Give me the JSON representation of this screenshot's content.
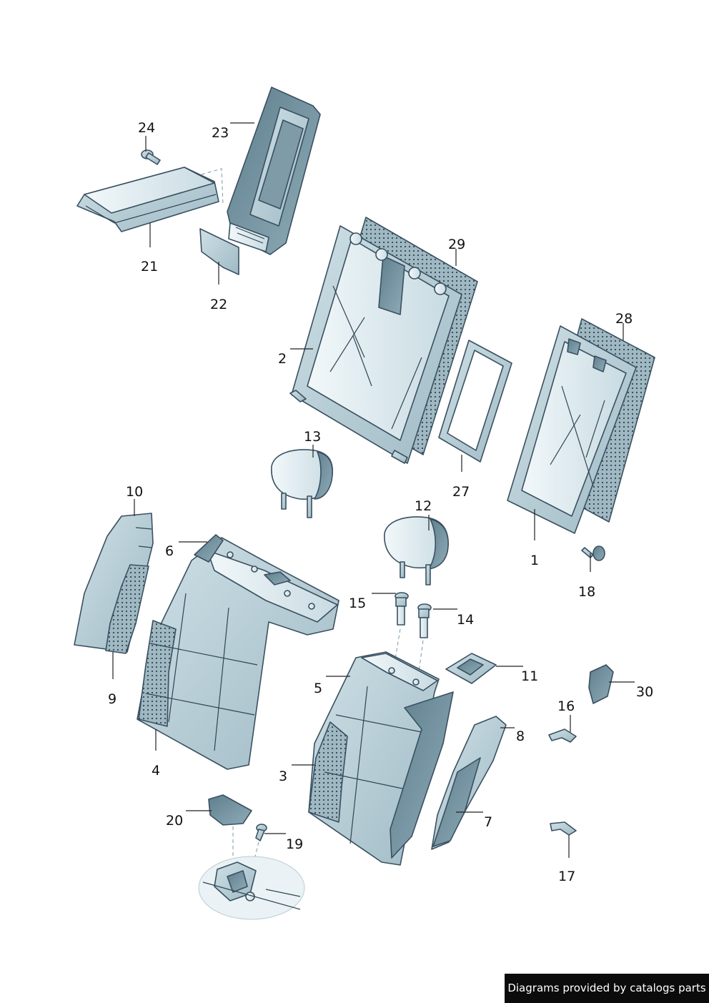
{
  "callouts": [
    {
      "id": "p1",
      "label": "1"
    },
    {
      "id": "p2",
      "label": "2"
    },
    {
      "id": "p3",
      "label": "3"
    },
    {
      "id": "p4",
      "label": "4"
    },
    {
      "id": "p5",
      "label": "5"
    },
    {
      "id": "p6",
      "label": "6"
    },
    {
      "id": "p7",
      "label": "7"
    },
    {
      "id": "p8",
      "label": "8"
    },
    {
      "id": "p9",
      "label": "9"
    },
    {
      "id": "p10",
      "label": "10"
    },
    {
      "id": "p11",
      "label": "11"
    },
    {
      "id": "p12",
      "label": "12"
    },
    {
      "id": "p13",
      "label": "13"
    },
    {
      "id": "p14",
      "label": "14"
    },
    {
      "id": "p15",
      "label": "15"
    },
    {
      "id": "p16",
      "label": "16"
    },
    {
      "id": "p17",
      "label": "17"
    },
    {
      "id": "p18",
      "label": "18"
    },
    {
      "id": "p19",
      "label": "19"
    },
    {
      "id": "p20",
      "label": "20"
    },
    {
      "id": "p21",
      "label": "21"
    },
    {
      "id": "p22",
      "label": "22"
    },
    {
      "id": "p23",
      "label": "23"
    },
    {
      "id": "p24",
      "label": "24"
    },
    {
      "id": "p27",
      "label": "27"
    },
    {
      "id": "p28",
      "label": "28"
    },
    {
      "id": "p29",
      "label": "29"
    },
    {
      "id": "p30",
      "label": "30"
    }
  ],
  "credit": "Diagrams provided by catalogs parts",
  "colors": {
    "part_dark": "#6f8e9c",
    "part_mid": "#b4cbd4",
    "part_light": "#e6f0f3",
    "outline": "#3a5060"
  }
}
